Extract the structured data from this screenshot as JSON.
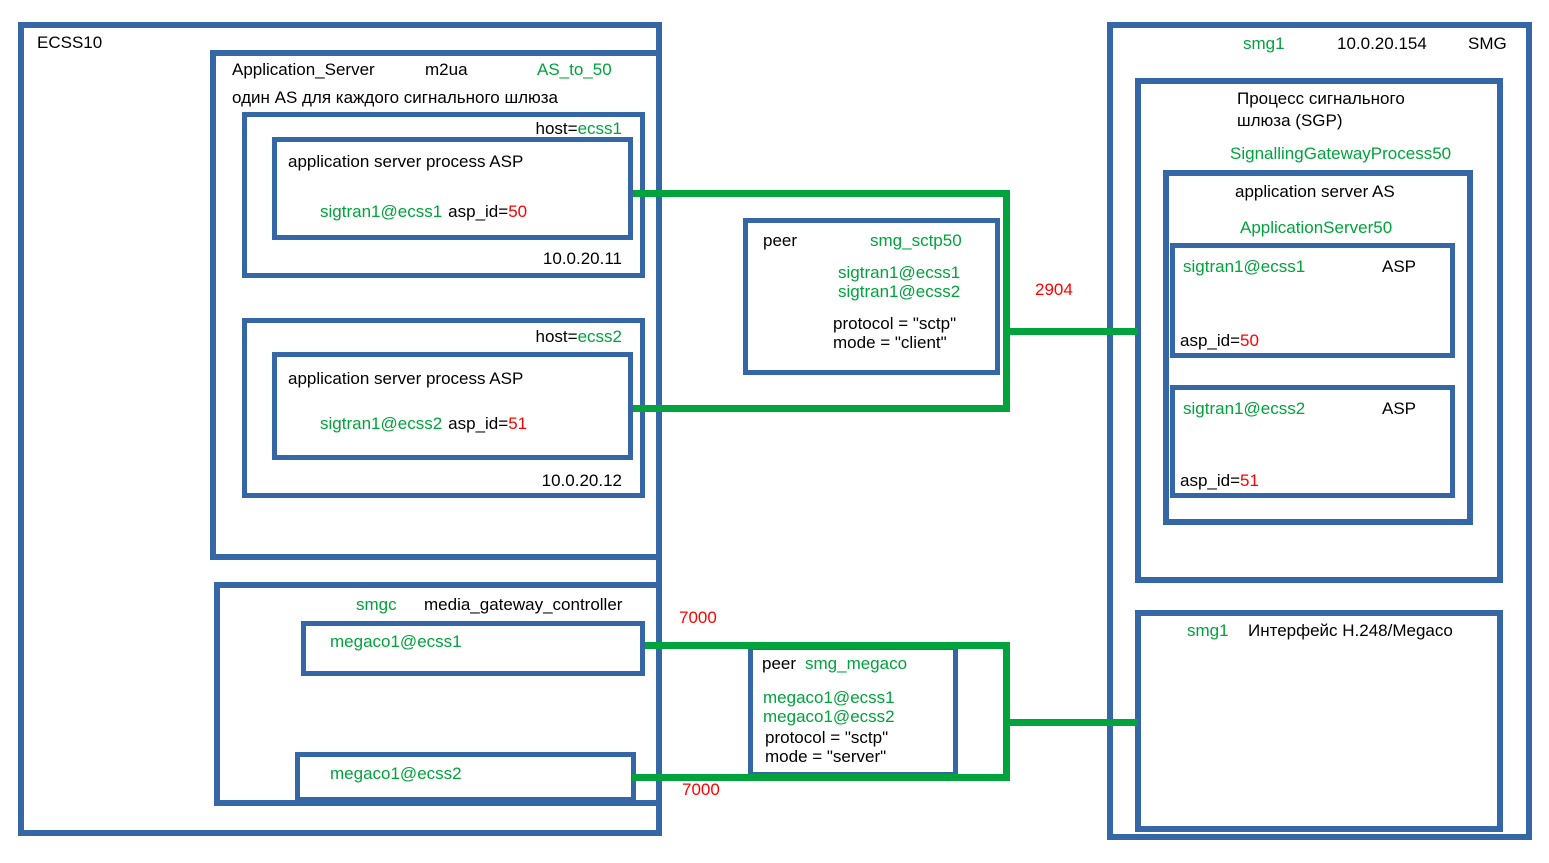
{
  "colors": {
    "box_blue": "#3566A5",
    "line_green": "#00A33C",
    "alert_red": "#FF0000"
  },
  "ecss10": {
    "title": "ECSS10",
    "app_server": {
      "name": "Application_Server",
      "protocol": "m2ua",
      "link_name": "AS_to_50",
      "note": "один AS для каждого сигнального шлюза",
      "hosts": [
        {
          "host_label": "host=",
          "host": "ecss1",
          "asp_title": "application server process ASP",
          "endpoint": "sigtran1@ecss1",
          "asp_id_label": "asp_id=",
          "asp_id": "50",
          "ip": "10.0.20.11"
        },
        {
          "host_label": "host=",
          "host": "ecss2",
          "asp_title": "application server process ASP",
          "endpoint": "sigtran1@ecss2",
          "asp_id_label": "asp_id=",
          "asp_id": "51",
          "ip": "10.0.20.12"
        }
      ]
    },
    "mgc": {
      "id": "smgc",
      "name": "media_gateway_controller",
      "endpoints": [
        "megaco1@ecss1",
        "megaco1@ecss2"
      ]
    }
  },
  "peers": [
    {
      "label": "peer",
      "name": "smg_sctp50",
      "endpoints": [
        "sigtran1@ecss1",
        "sigtran1@ecss2"
      ],
      "protocol": "protocol = \"sctp\"",
      "mode": "mode = \"client\""
    },
    {
      "label": "peer",
      "name": "smg_megaco",
      "endpoints": [
        "megaco1@ecss1",
        "megaco1@ecss2"
      ],
      "protocol": "protocol = \"sctp\"",
      "mode": "mode = \"server\""
    }
  ],
  "connections": {
    "sctp_port": "2904",
    "megaco_port_top": "7000",
    "megaco_port_bottom": "7000"
  },
  "smg": {
    "id": "smg1",
    "ip": "10.0.20.154",
    "title": "SMG",
    "sgp": {
      "title_line1": "Процесс сигнального",
      "title_line2": "шлюза (SGP)",
      "process_name": "SignallingGatewayProcess50",
      "app_server": {
        "title": "application server AS",
        "name": "ApplicationServer50",
        "asps": [
          {
            "endpoint": "sigtran1@ecss1",
            "role": "ASP",
            "asp_id_label": "asp_id=",
            "asp_id": "50"
          },
          {
            "endpoint": "sigtran1@ecss2",
            "role": "ASP",
            "asp_id_label": "asp_id=",
            "asp_id": "51"
          }
        ]
      }
    },
    "megaco_interface": {
      "id": "smg1",
      "title": "Интерфейс H.248/Megaco"
    }
  }
}
